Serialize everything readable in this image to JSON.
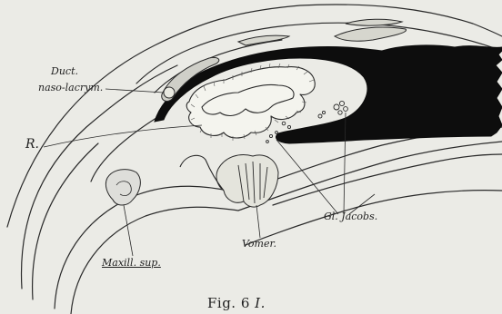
{
  "labels": {
    "duct_line1": "Duct.",
    "duct_line2": "naso-lacrym.",
    "r": "R.",
    "gl_jacobs": "Gl. Jacobs.",
    "vomer": "Vomer.",
    "maxill_sup": "Maxill. sup."
  },
  "caption": {
    "prefix": "Fig. 6",
    "suffix": "I."
  }
}
